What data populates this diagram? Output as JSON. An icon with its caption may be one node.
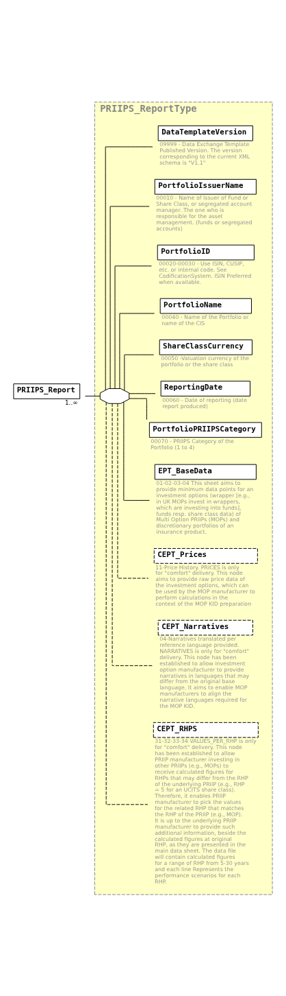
{
  "diagram": {
    "nodes": [
      {
        "text": [
          "PRIIPS_Report"
        ],
        "beside": [
          "1..∞"
        ]
      },
      {
        "text": [
          "PRIIPS_ReportType"
        ]
      },
      {
        "text": [],
        "shape": "octagon",
        "in": 1
      },
      {
        "text": [
          "DataTemplateVersion",
          "09999 - Data Exchange Template Published Version. The version corresponding to the current XML schema is \"V1.1\""
        ],
        "in": 1
      },
      {
        "text": [
          "PortfolioIssuerName",
          "00010 - Name of Issuer of Fund or Share Class, or segregated account manager. The one who is responsible for the asset management. (funds or segregated accounts)"
        ],
        "in": 1
      },
      {
        "text": [
          "PortfolioID",
          "00020-00030 - Use ISIN, CUSIP, etc. or internal code. See CodificationSystem. ISIN Preferred when available."
        ],
        "in": 1
      },
      {
        "text": [
          "PortfolioName",
          "00040 - Name of the Portfolio or name of the CIS"
        ],
        "in": 1
      },
      {
        "text": [
          "ShareClassCurrency",
          "00050 -Valuation currency of the portfolio or the share class"
        ],
        "in": 1
      },
      {
        "text": [
          "ReportingDate",
          "00060 - Date of reporting (date report produced)"
        ],
        "in": 1
      },
      {
        "text": [
          "PortfolioPRIIPSCategory",
          "00070 - PRIIPS Category of the Portfolio (1 to 4)"
        ],
        "in": 1
      },
      {
        "text": [
          "EPT_BaseData",
          "01-02-03-04 This sheet aims to provide minimum data points for an investment options (wrapper [e.g., in UK MOPs invest in wrappers, which are investing into funds], funds resp. share class data) of Multi Option PRIIPs (MOPs) and discretionary portfolios of an insurance product."
        ],
        "in": 1
      },
      {
        "text": [
          "CEPT_Prices",
          "11-Price History. PRICES is only for \"comfort\" delivery. This node aims to provide raw price data of the investment options, which can be used by the MOP manufacturer to perform calculations in the context of the MOP KID preparation"
        ],
        "in": 1
      },
      {
        "text": [
          "CEPT_Narratives",
          "04-Narratives translated per reference language provided. NARRATIVES is only for \"comfort\" delivery. This node has been established to allow investment option manufacturer to provide narratives in languages that may differ from the original base language. It aims to enable MOP manufacturers to align the narrative languages required for the MOP KID."
        ],
        "in": 1
      },
      {
        "text": [
          "CEPT_RHPS",
          "31-32-33-34 VALUES_PER_RHP is only for \"comfort\" delivery. This node has been established to allow PRIIP manufacturer investing in other PRIIPs (e.g., MOPs) to receive calculated figures for RHPs that may differ from the RHP of the underlying PRIIP (e.g., RHP = 5 for an UCITS share class). Therefore, it enables PRIIP manufacturer to pick the values for the related RHP that matches the RHP of the PRIIP (e.g., MOP). It is up to the underlying PRIIP manufacturer to provide such additional information, beside the calculated figures at original RHP, as they are presented in the main data sheet. The data file will contain calculated figures for a range of RHP from 5-30 years and each line Represents the performance scenarios for each RHP."
        ],
        "in": 1
      }
    ],
    "edges": [
      {
        "from": 0,
        "to": 2,
        "arrow": "none"
      },
      {
        "from": 2,
        "to": 3,
        "arrow": "none"
      },
      {
        "from": 2,
        "to": 4,
        "arrow": "none"
      },
      {
        "from": 2,
        "to": 5,
        "arrow": "none"
      },
      {
        "from": 2,
        "to": 6,
        "arrow": "none"
      },
      {
        "from": 2,
        "to": 7,
        "arrow": "none"
      },
      {
        "from": 2,
        "to": 8,
        "arrow": "none"
      },
      {
        "from": 2,
        "to": 9,
        "arrow": "none"
      },
      {
        "from": 2,
        "to": 10,
        "arrow": "none"
      },
      {
        "from": 2,
        "to": 11,
        "arrow": "none",
        "style": "dashed"
      },
      {
        "from": 2,
        "to": 12,
        "arrow": "none",
        "style": "dashed"
      },
      {
        "from": 2,
        "to": 13,
        "arrow": "none",
        "style": "dashed"
      }
    ]
  }
}
